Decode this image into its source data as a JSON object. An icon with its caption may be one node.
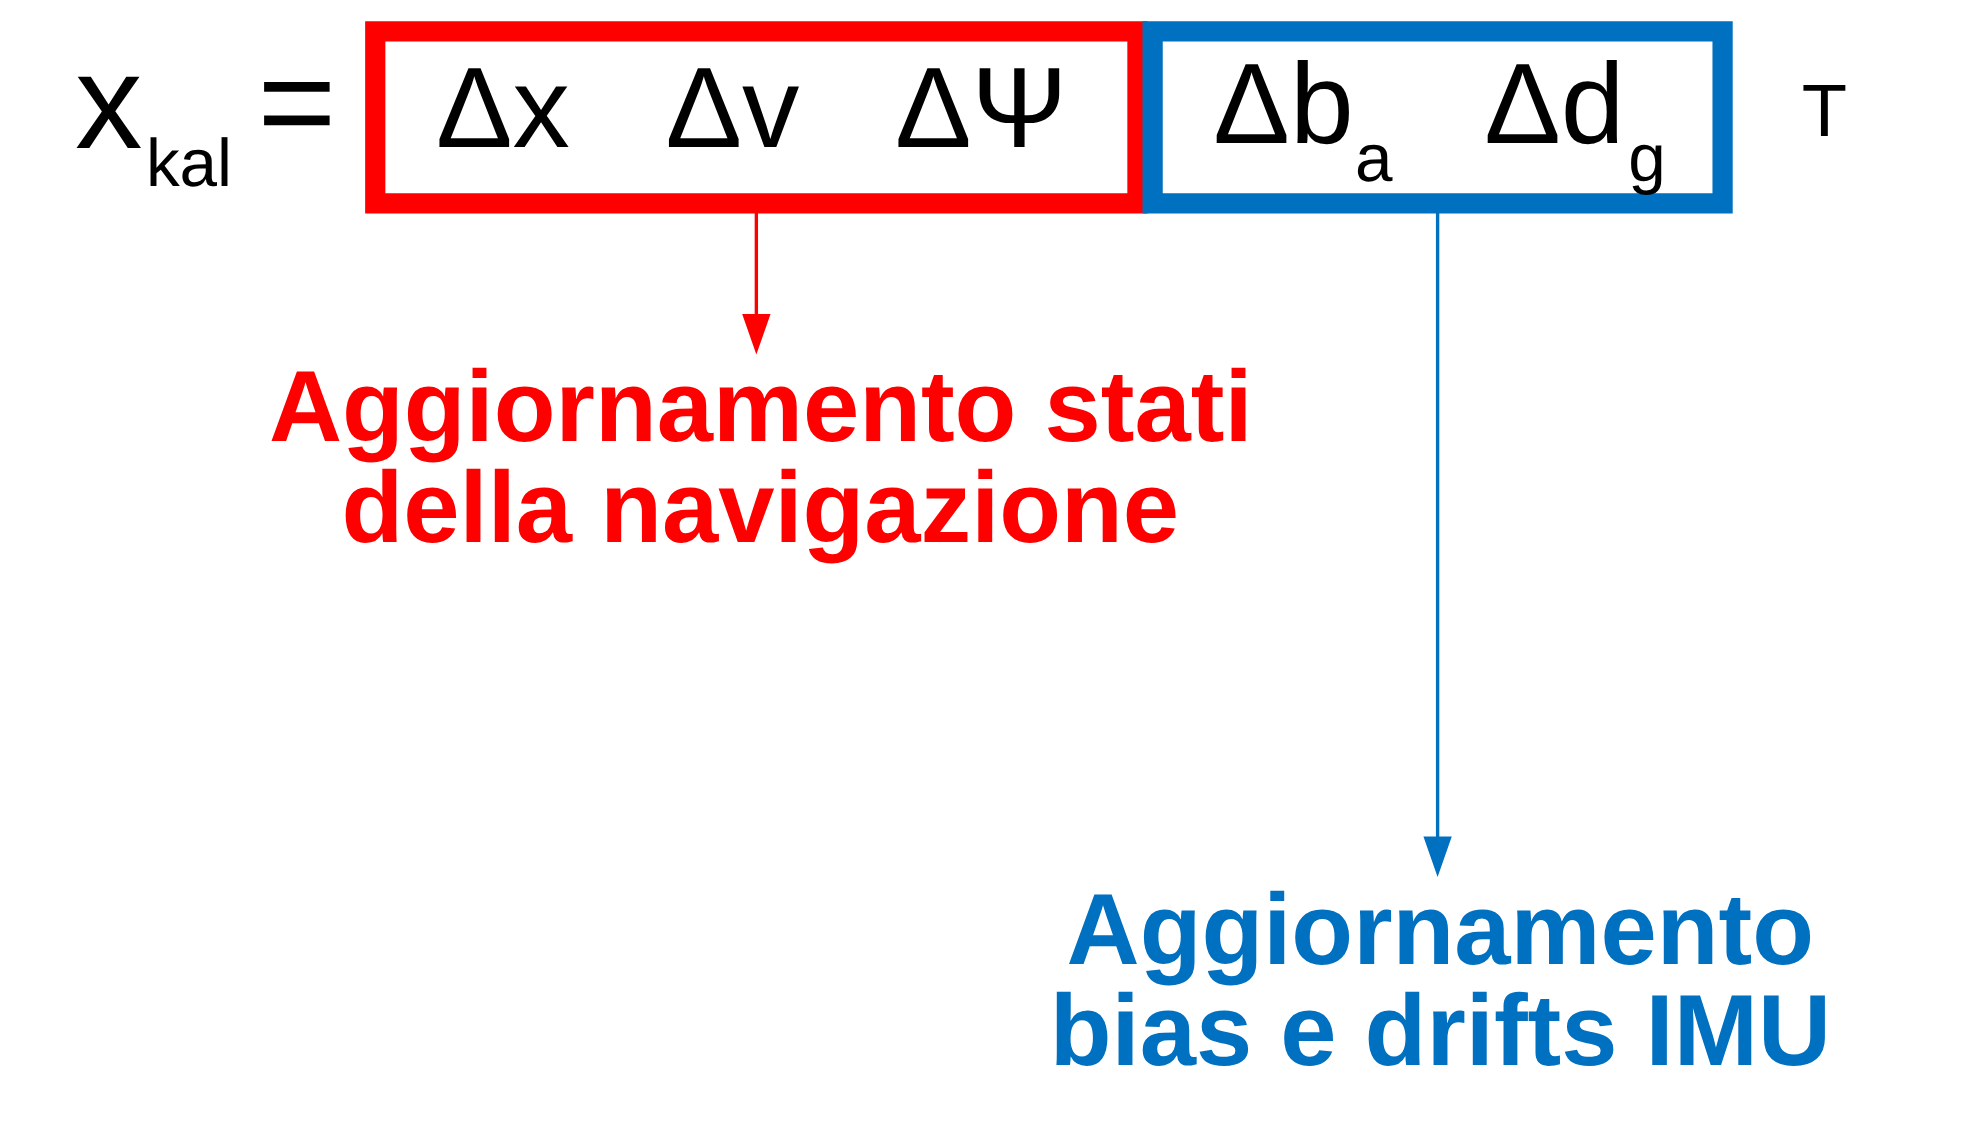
{
  "diagram": {
    "nodes": [
      {
        "text": [
          "Δx   Δv   ΔΨ"
        ]
      },
      {
        "text": [
          "Δb$_{a}$   Δd$_{g}$"
        ]
      },
      {
        "text": [
          "Aggiornamento stati della navigazione"
        ]
      },
      {
        "text": [
          "Aggiornamento bias e drifts IMU"
        ]
      }
    ],
    "edges": [
      {
        "from": 0,
        "to": 2,
        "arrow": "to",
        "color": "#ff0000"
      },
      {
        "from": 1,
        "to": 3,
        "arrow": "to",
        "color": "#0070c0"
      }
    ],
    "labels": [
      "x$_{kal}$ =",
      "T"
    ]
  }
}
